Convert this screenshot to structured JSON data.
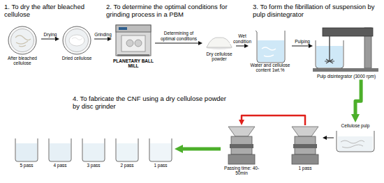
{
  "diagram": {
    "nodes": [
      {
        "text": [
          "After bleached cellulose"
        ]
      },
      {
        "text": [
          "Dried cellulose"
        ]
      },
      {
        "text": [
          "PLANETARY BALL MILL"
        ]
      },
      {
        "text": [
          "Dry cellulose powder"
        ]
      },
      {
        "text": [
          "Water and cellulose content 1wt.%"
        ]
      },
      {
        "text": [
          "Pulp disintegrator (3000 rpm)"
        ]
      },
      {
        "text": [
          "Cellulose pulp"
        ]
      },
      {
        "text": [
          "1 pass"
        ]
      },
      {
        "text": [
          "Passing time: 40-50min"
        ]
      },
      {
        "text": [
          "5 pass"
        ]
      },
      {
        "text": [
          "4 pass"
        ]
      },
      {
        "text": [
          "3 pass"
        ]
      },
      {
        "text": [
          "2 pass"
        ]
      },
      {
        "text": [
          "1 pass"
        ]
      }
    ],
    "edges": [
      {
        "from": 0,
        "to": 1,
        "label": "Drying",
        "arrow": "to"
      },
      {
        "from": 1,
        "to": 2,
        "label": "Grinding",
        "arrow": "to"
      },
      {
        "from": 2,
        "to": 3,
        "label": "Determining of optimal conditions",
        "arrow": "to"
      },
      {
        "from": 3,
        "to": 4,
        "label": "Wet condition",
        "arrow": "to"
      },
      {
        "from": 4,
        "to": 5,
        "label": "Pulping",
        "arrow": "to"
      },
      {
        "from": 5,
        "to": 6,
        "arrow": "to"
      },
      {
        "from": 6,
        "to": 7,
        "arrow": "to"
      },
      {
        "from": 7,
        "to": 8,
        "arrow": "to"
      },
      {
        "from": 8,
        "to": 13,
        "arrow": "to"
      }
    ],
    "labels": [
      "1. To dry the after bleached cellulose",
      "2. To determine the optimal conditions for grinding process in a PBM",
      "3. To form the fibrillation of suspension by pulp disintegrator",
      "4. To fabricate the CNF using a dry cellulose powder by disc grinder"
    ]
  }
}
